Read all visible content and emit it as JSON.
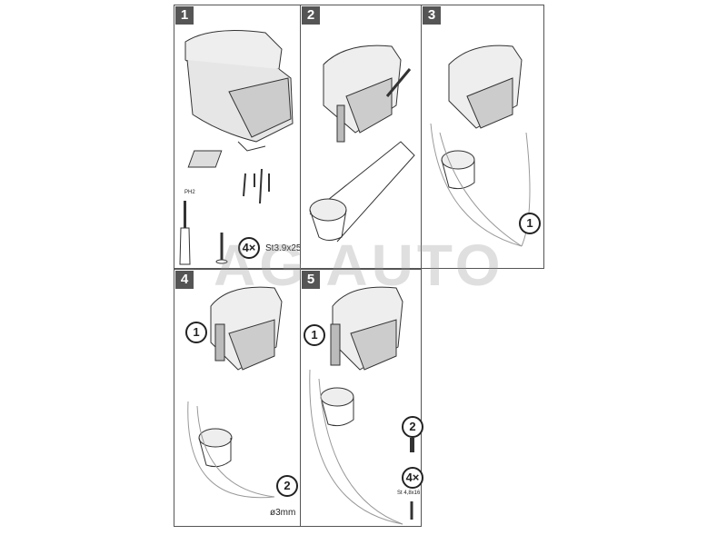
{
  "steps": [
    {
      "number": "1",
      "screw_count": "4×",
      "screw_spec": "St3.9x25",
      "tool_label": "PH2"
    },
    {
      "number": "2"
    },
    {
      "number": "3",
      "callout": "1"
    },
    {
      "number": "4",
      "callout_1": "1",
      "callout_2": "2",
      "hex_key": "ø3mm"
    },
    {
      "number": "5",
      "callout_1": "1",
      "callout_2": "2",
      "screw_count": "4×",
      "screw_spec": "St 4,8x16"
    }
  ],
  "watermark": "AG AUTO"
}
